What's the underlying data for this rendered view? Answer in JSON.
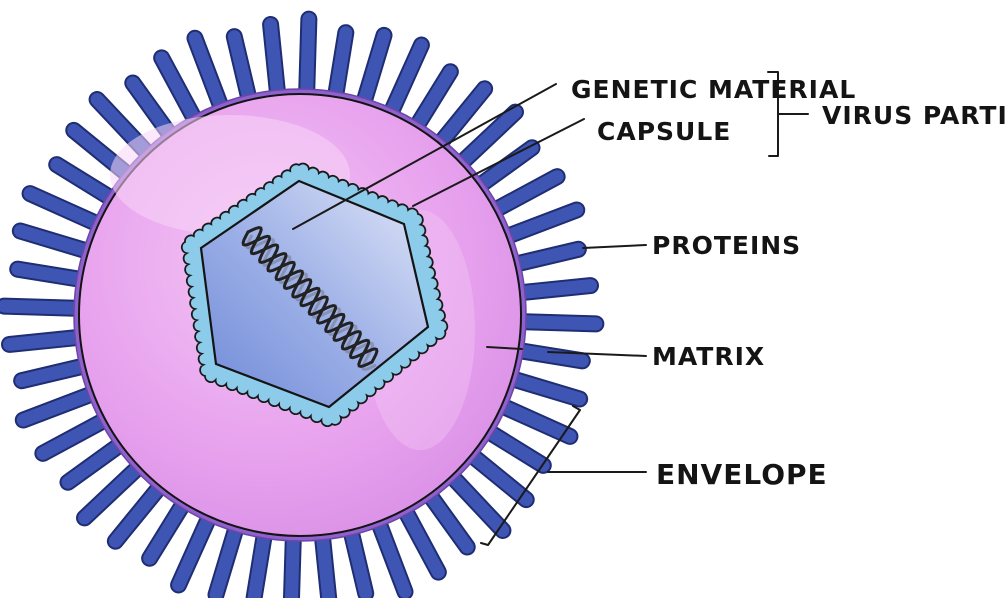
{
  "labels": {
    "genetic_material": "GENETIC MATERIAL",
    "capsule": "CAPSULE",
    "virus_particle": "VIRUS PARTICLE",
    "proteins": "PROTEINS",
    "matrix": "MATRIX",
    "envelope": "ENVELOPE"
  },
  "colors": {
    "spike": "#3f55b4",
    "spike_dark": "#1f2d72",
    "envelope_outer": "#9a6ad2",
    "envelope_ring": "#b47fe3",
    "matrix": "#e7a4ee",
    "matrix_light": "#f4c8f5",
    "capsid_border": "#86c8ea",
    "capsid_inner": "#8da2e2",
    "capsid_light": "#d3dbf6",
    "outline": "#141414"
  }
}
